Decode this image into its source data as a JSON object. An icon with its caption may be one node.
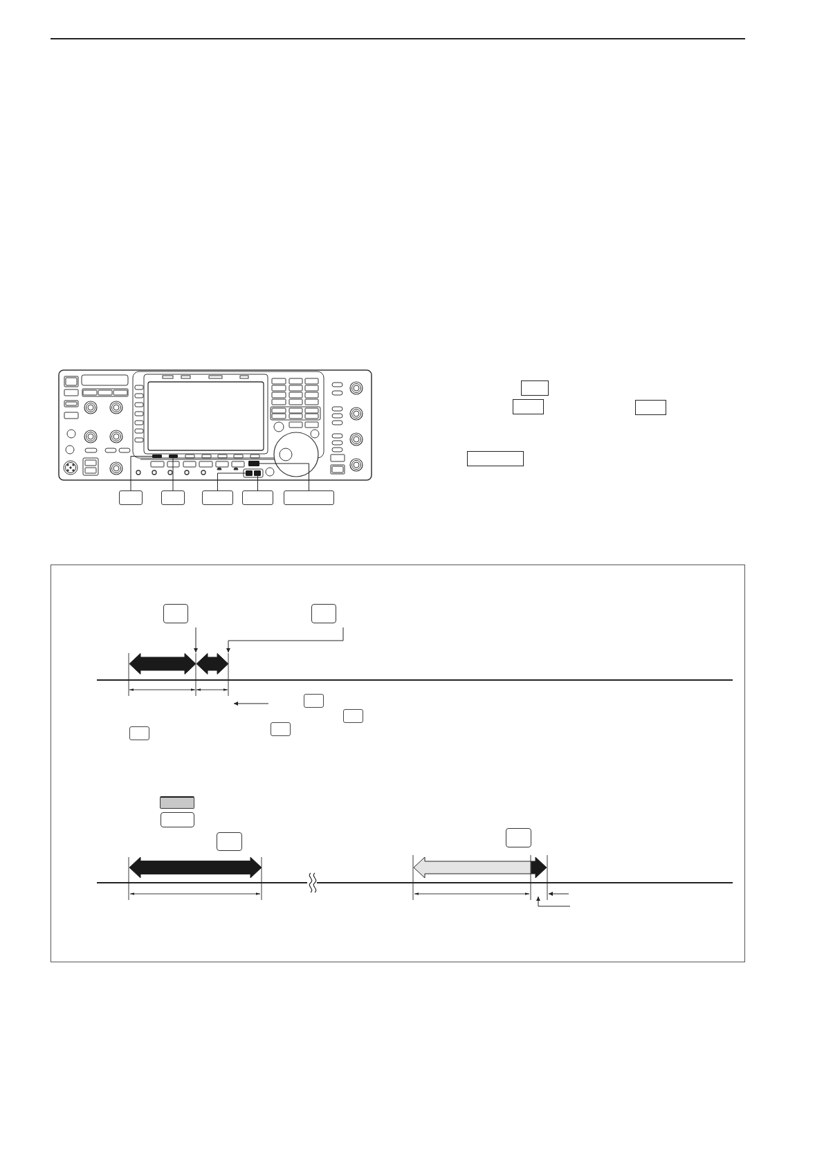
{
  "diagram": {
    "nodes": [
      {
        "text": [],
        "shape": "box"
      },
      {
        "text": [],
        "shape": "box"
      },
      {
        "text": [],
        "shape": "box"
      },
      {
        "text": [],
        "shape": "box"
      },
      {
        "text": [],
        "shape": "box"
      },
      {
        "text": [],
        "shape": "box"
      },
      {
        "text": [],
        "shape": "box"
      },
      {
        "text": [],
        "shape": "box"
      },
      {
        "text": [],
        "shape": "box"
      },
      {
        "text": [],
        "shape": "box"
      },
      {
        "text": [],
        "shape": "box"
      },
      {
        "text": [],
        "shape": "box"
      },
      {
        "text": [],
        "shape": "box"
      },
      {
        "text": [],
        "shape": "box"
      },
      {
        "text": [],
        "shape": "box"
      },
      {
        "text": [],
        "shape": "box",
        "in": 14
      },
      {
        "text": [],
        "shape": "box",
        "in": 14
      },
      {
        "text": [],
        "shape": "box",
        "in": 14
      },
      {
        "text": [],
        "shape": "box",
        "in": 14
      },
      {
        "text": [],
        "shape": "box",
        "in": 14
      },
      {
        "text": [],
        "shape": "box",
        "in": 14
      },
      {
        "text": [],
        "shape": "box",
        "in": 14
      },
      {
        "text": [],
        "shape": "box",
        "in": 14
      },
      {
        "text": [],
        "shape": "box",
        "in": 14
      },
      {
        "text": [],
        "shape": "box",
        "in": 14
      }
    ],
    "edges": [
      {
        "from": 5,
        "to": 0,
        "arrow": "none"
      },
      {
        "from": 6,
        "to": 1,
        "arrow": "none"
      },
      {
        "from": 7,
        "to": 3,
        "arrow": "none"
      },
      {
        "from": 8,
        "to": 4,
        "arrow": "none"
      },
      {
        "from": 9,
        "to": 2,
        "arrow": "none"
      }
    ]
  }
}
